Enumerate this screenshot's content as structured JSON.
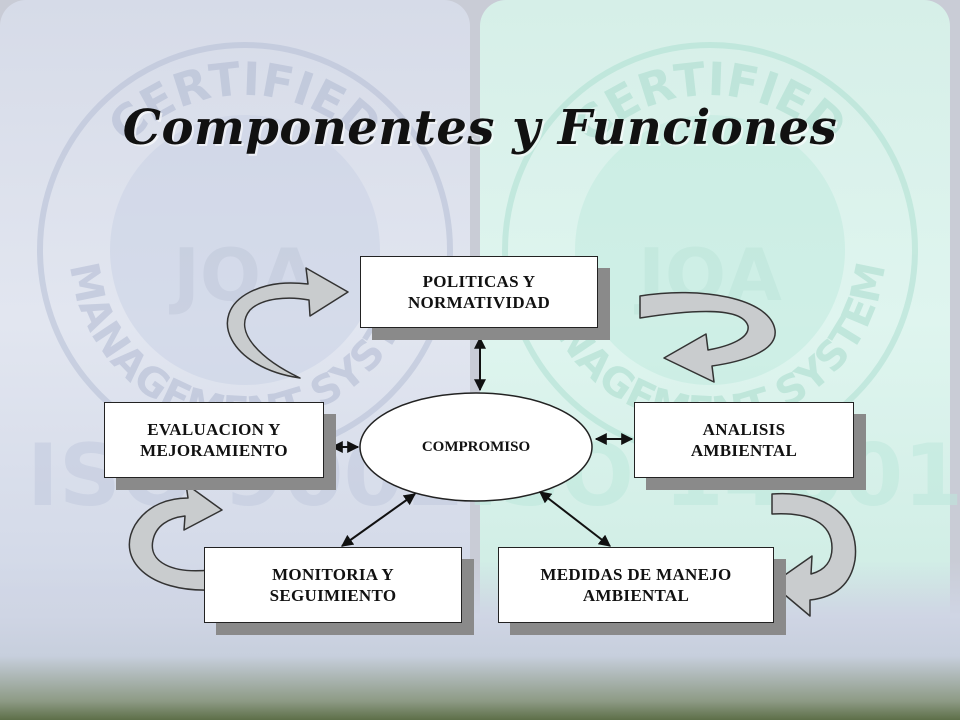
{
  "slide": {
    "title": "Componentes y Funciones"
  },
  "watermark": {
    "left_top_text": "CERTIFIED",
    "left_bottom_text": "MANAGEMENT SYSTEM",
    "left_brand": "JQA",
    "left_standard": "ISO 9001",
    "right_top_text": "CERTIFIED",
    "right_bottom_text": "MANAGEMENT SYSTEM",
    "right_brand": "JQA",
    "right_standard": "ISO 14001"
  },
  "diagram": {
    "center": "COMPROMISO",
    "nodes": {
      "politicas": "POLITICAS Y\nNORMATIVIDAD",
      "evaluacion": "EVALUACION Y\nMEJORAMIENTO",
      "analisis": "ANALISIS\nAMBIENTAL",
      "monitoria": "MONITORIA Y\nSEGUIMIENTO",
      "medidas": "MEDIDAS DE MANEJO\nAMBIENTAL"
    }
  },
  "colors": {
    "left_panel": "#d6dbe8",
    "right_panel": "#d6efe8",
    "box_shadow": "#8a8a8a",
    "curved_arrow_fill": "#c9ccce"
  }
}
